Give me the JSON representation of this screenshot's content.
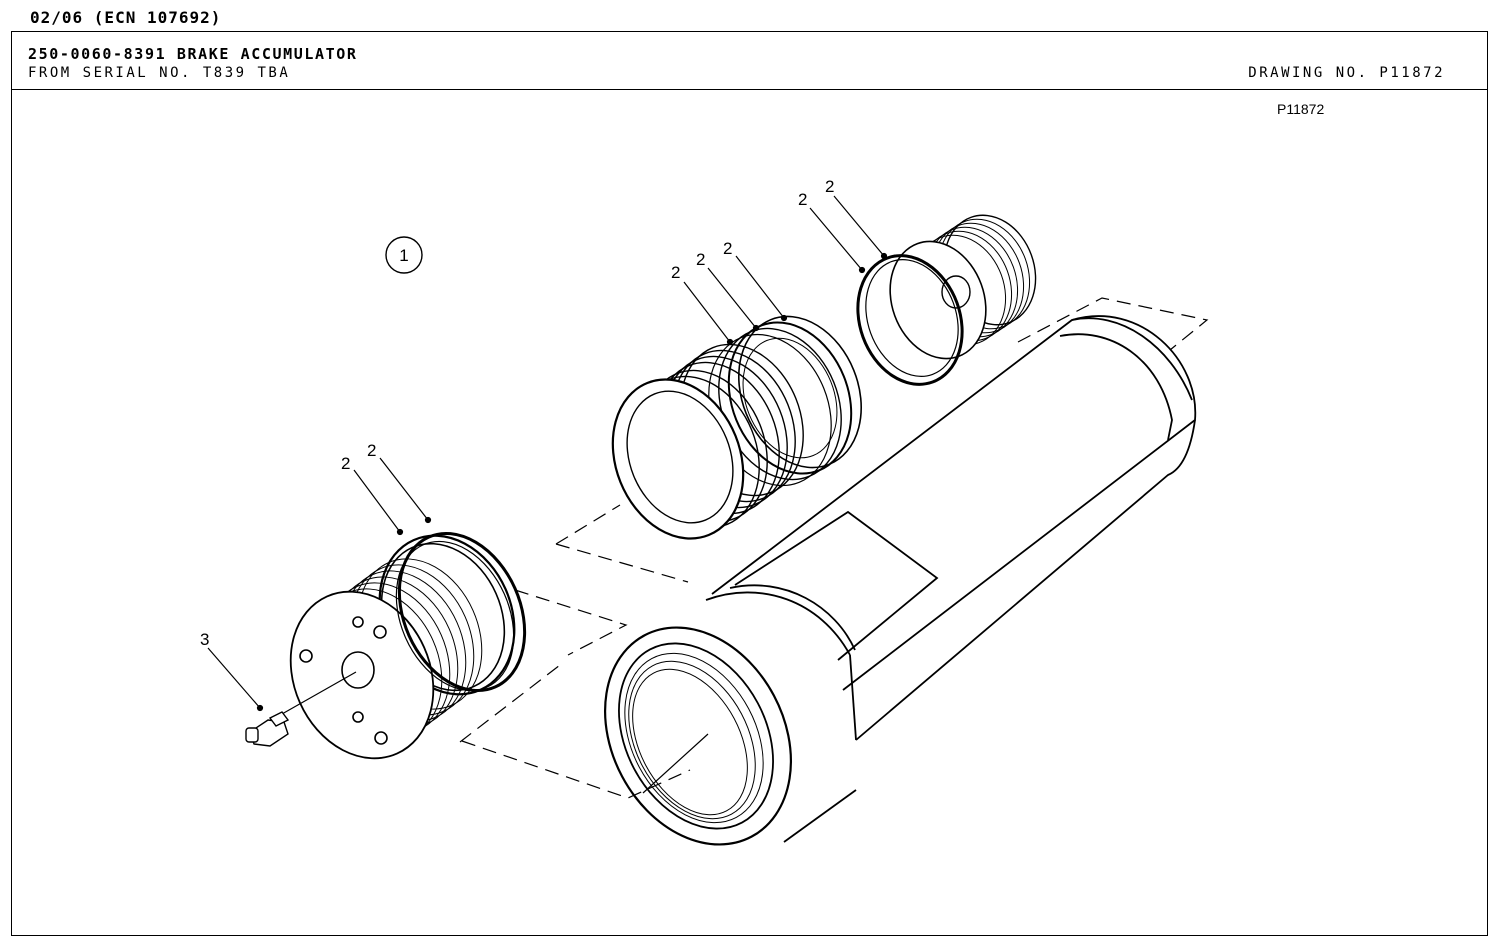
{
  "header": {
    "revision": "02/06 (ECN 107692)",
    "title": "250-0060-8391 BRAKE ACCUMULATOR",
    "serial": "FROM SERIAL NO. T839 TBA",
    "drawing_number": "DRAWING NO. P11872"
  },
  "diagram": {
    "plate_id": "P11872",
    "callout_main": "1",
    "callout_seal": "2",
    "callout_fitting": "3"
  }
}
